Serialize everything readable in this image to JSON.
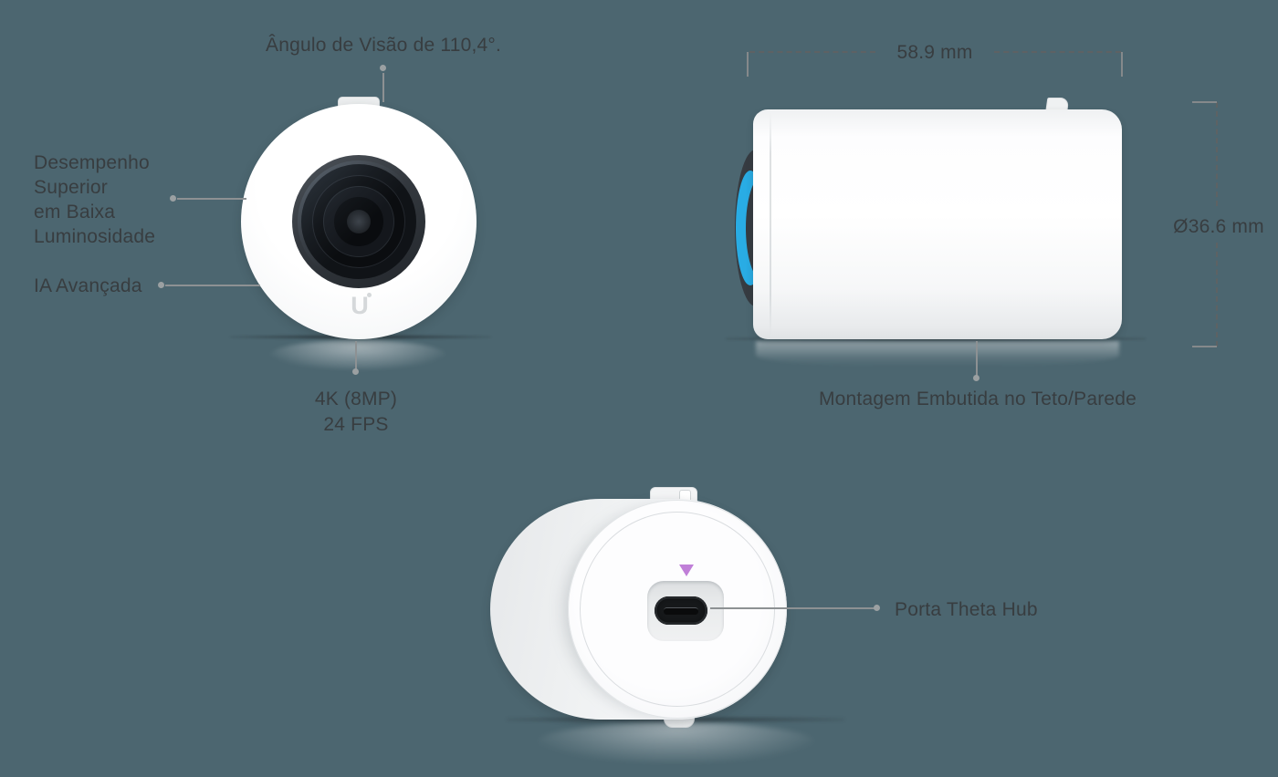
{
  "background_color": "#4C6670",
  "colors": {
    "label_text": "#383D40",
    "callout_line": "#8D9193",
    "dimension_dash": "#5D6264",
    "lens_ring_blue": "#29ACE4",
    "port_marker_purple": "#C07FD8"
  },
  "front_view": {
    "angle_label": "Ângulo de Visão de 110,4°.",
    "low_light_lines": [
      "Desempenho",
      "Superior",
      "em Baixa",
      "Luminosidade"
    ],
    "ai_label": "IA Avançada",
    "resolution_label": "4K (8MP)",
    "framerate_label": "24 FPS",
    "logo_letter": "U"
  },
  "side_view": {
    "width_label": "58.9 mm",
    "diameter_label": "Ø36.6 mm",
    "mount_label": "Montagem Embutida no Teto/Parede"
  },
  "back_view": {
    "port_label": "Porta Theta Hub"
  }
}
